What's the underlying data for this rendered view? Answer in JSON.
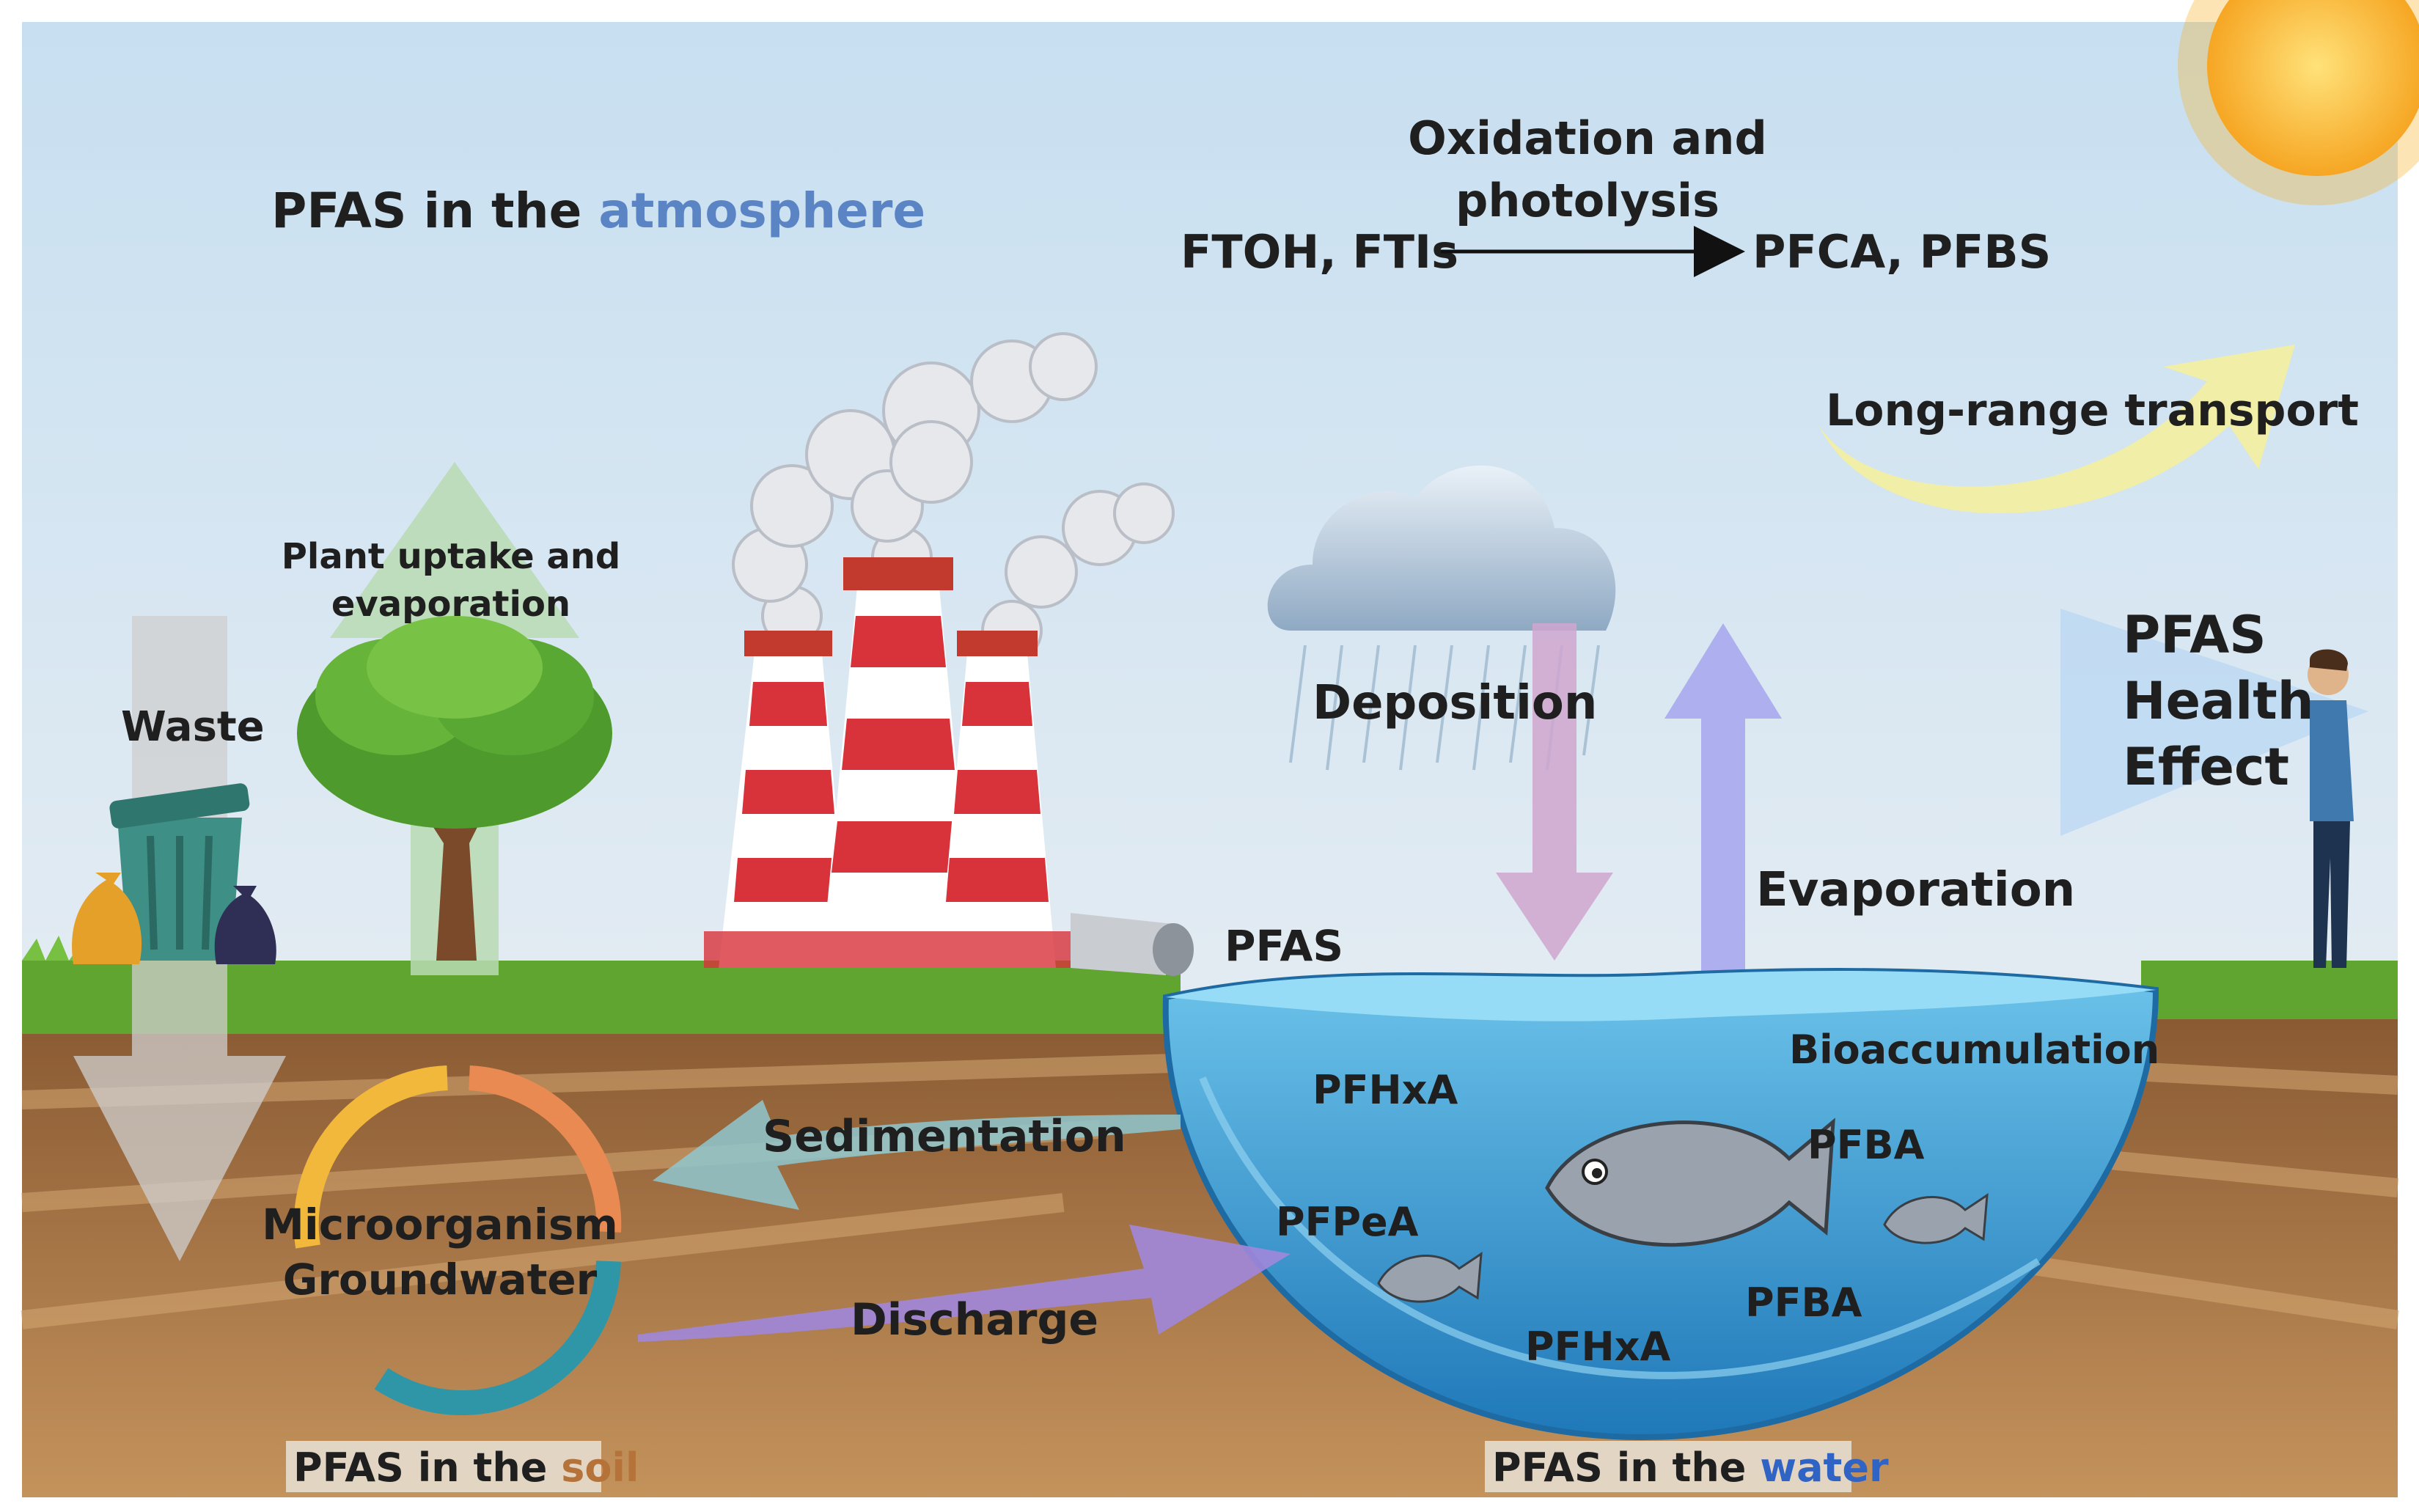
{
  "atmosphere": {
    "title_prefix": "PFAS in the ",
    "title_highlight": "atmosphere",
    "highlight_color": "#5b84c4",
    "reaction": {
      "above_arrow_line1": "Oxidation and",
      "above_arrow_line2": "photolysis",
      "reactants": "FTOH, FTIs",
      "products": "PFCA, PFBS"
    },
    "long_range": "Long-range transport"
  },
  "land": {
    "plant_line1": "Plant uptake and",
    "plant_line2": "evaporation",
    "waste": "Waste",
    "pipe_label": "PFAS"
  },
  "cycle": {
    "deposition": "Deposition",
    "evaporation": "Evaporation",
    "sedimentation": "Sedimentation",
    "discharge": "Discharge",
    "microorganism": "Microorganism",
    "groundwater": "Groundwater"
  },
  "health": {
    "line1": "PFAS",
    "line2": "Health",
    "line3": "Effect",
    "color": "#e0101e"
  },
  "water": {
    "bioaccumulation": "Bioaccumulation",
    "compounds": {
      "pfhxa_top": "PFHxA",
      "pfba_right": "PFBA",
      "pfpea": "PFPeA",
      "pfba_bottom": "PFBA",
      "pfhxa_bottom": "PFHxA"
    }
  },
  "captions": {
    "soil_prefix": "PFAS in the ",
    "soil_highlight": "soil",
    "soil_color": "#b5733a",
    "water_prefix": "PFAS in the ",
    "water_highlight": "water",
    "water_color": "#2f63c4"
  },
  "colors": {
    "sky_top": "#c9e0f1",
    "sky_bottom": "#dfeaf3",
    "grass": "#6fb23a",
    "soil": "#b07a4a",
    "water": "#2f98cf",
    "chimney_red": "#d8323a"
  }
}
